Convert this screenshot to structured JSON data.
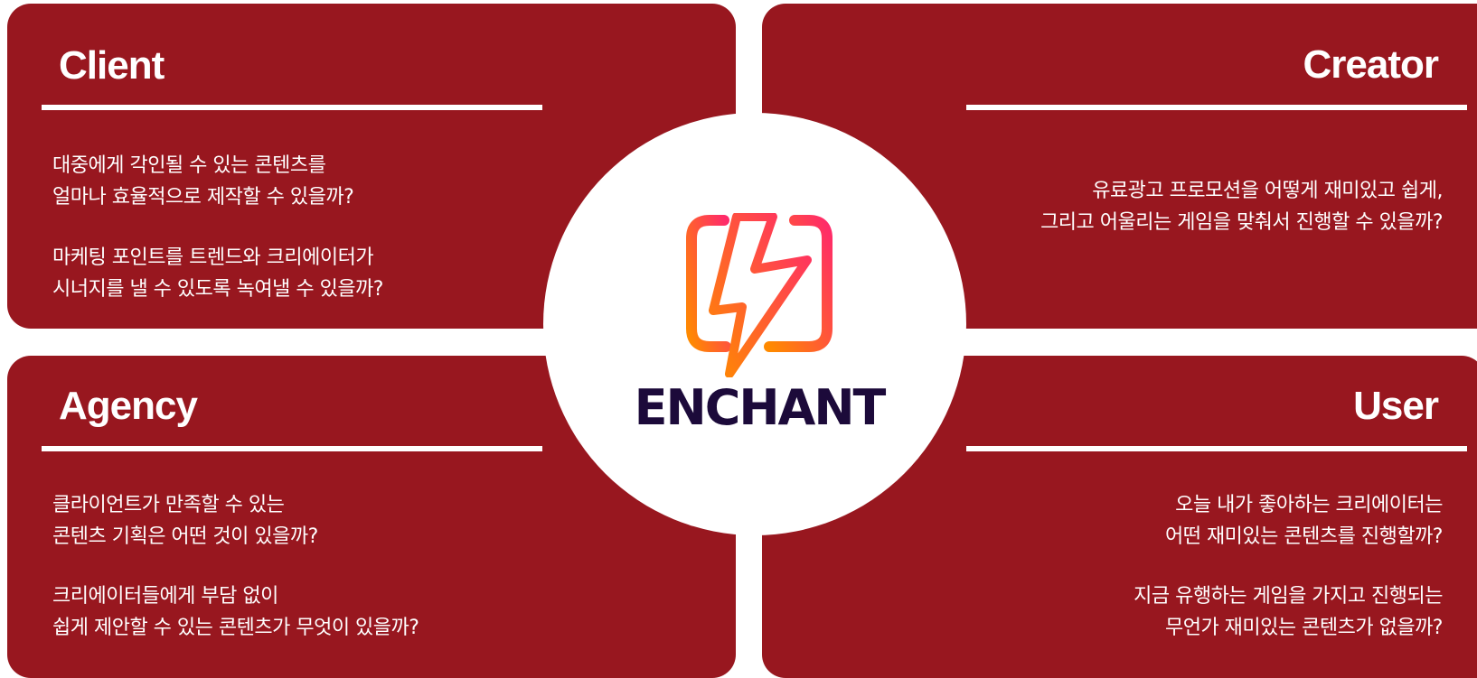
{
  "client": {
    "title": "Client",
    "para1": [
      "대중에게 각인될 수 있는 콘텐츠를",
      "얼마나 효율적으로 제작할 수 있을까?"
    ],
    "para2": [
      "마케팅 포인트를 트렌드와 크리에이터가",
      "시너지를 낼 수 있도록 녹여낼 수 있을까?"
    ]
  },
  "creator": {
    "title": "Creator",
    "para1": [
      "유료광고 프로모션을 어떻게 재미있고 쉽게,",
      "그리고 어울리는 게임을 맞춰서 진행할 수 있을까?"
    ]
  },
  "agency": {
    "title": "Agency",
    "para1": [
      "클라이언트가 만족할 수 있는",
      "콘텐츠 기획은 어떤 것이 있을까?"
    ],
    "para2": [
      "크리에이터들에게 부담 없이",
      "쉽게 제안할 수 있는 콘텐츠가 무엇이 있을까?"
    ]
  },
  "user": {
    "title": "User",
    "para1": [
      "오늘 내가 좋아하는 크리에이터는",
      "어떤 재미있는 콘텐츠를 진행할까?"
    ],
    "para2": [
      "지금 유행하는 게임을 가지고 진행되는",
      "무언가 재미있는 콘텐츠가 없을까?"
    ]
  },
  "brand": {
    "name": "ENCHANT",
    "icon": "lightning-bolt-icon",
    "gradient_start": "#ff8a00",
    "gradient_end": "#ff2a6a",
    "wordmark_color": "#1c0a3a"
  },
  "colors": {
    "panel": "#98171f",
    "text": "#ffffff"
  }
}
